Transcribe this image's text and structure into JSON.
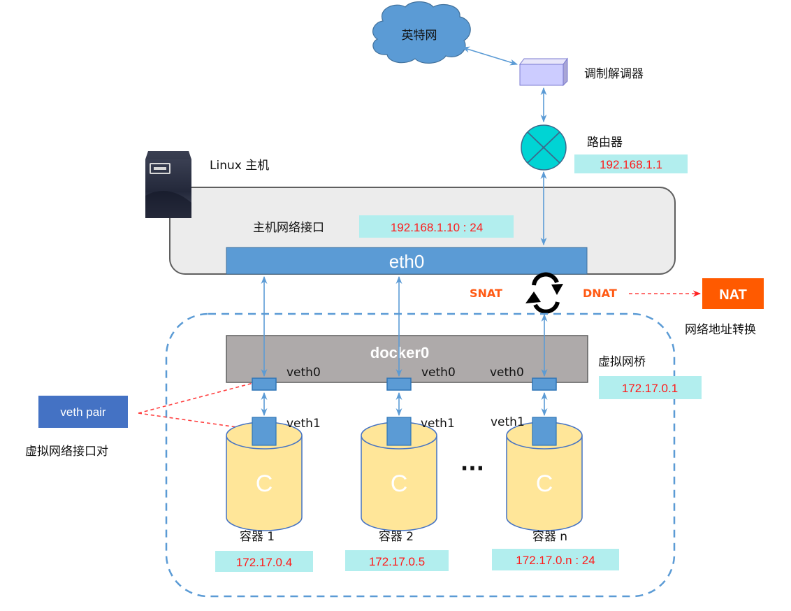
{
  "diagram": {
    "internet": {
      "label": "英特网"
    },
    "modem": {
      "label": "调制解调器"
    },
    "router": {
      "label": "路由器",
      "ip": "192.168.1.1"
    },
    "host": {
      "label": "Linux 主机",
      "nic_label": "主机网络接口",
      "nic_ip": "192.168.1.10 : 24",
      "interface": "eth0"
    },
    "nat": {
      "snat": "SNAT",
      "dnat": "DNAT",
      "box_label": "NAT",
      "caption": "网络地址转换"
    },
    "bridge": {
      "name": "docker0",
      "label": "虚拟网桥",
      "ip": "172.17.0.1"
    },
    "veth_pair": {
      "box_label": "veth pair",
      "caption": "虚拟网络接口对"
    },
    "containers": [
      {
        "name": "容器 1",
        "ip": "172.17.0.4",
        "glyph": "C",
        "veth0": "veth0",
        "veth1": "veth1"
      },
      {
        "name": "容器 2",
        "ip": "172.17.0.5",
        "glyph": "C",
        "veth0": "veth0",
        "veth1": "veth1"
      },
      {
        "name": "容器 n",
        "ip": "172.17.0.n : 24",
        "glyph": "C",
        "veth0": "veth0",
        "veth1": "veth1"
      }
    ],
    "ellipsis": "···",
    "colors": {
      "link": "#5b9bd5",
      "ip_text": "#ff1a1a",
      "ip_bg": "#b2eeee",
      "nat_orange": "#ff5a14",
      "bridge_gray": "#aeaaaa",
      "eth_blue": "#5b9bd5",
      "container_fill": "#ffe699",
      "veth_pair_blue": "#4472c4"
    }
  }
}
